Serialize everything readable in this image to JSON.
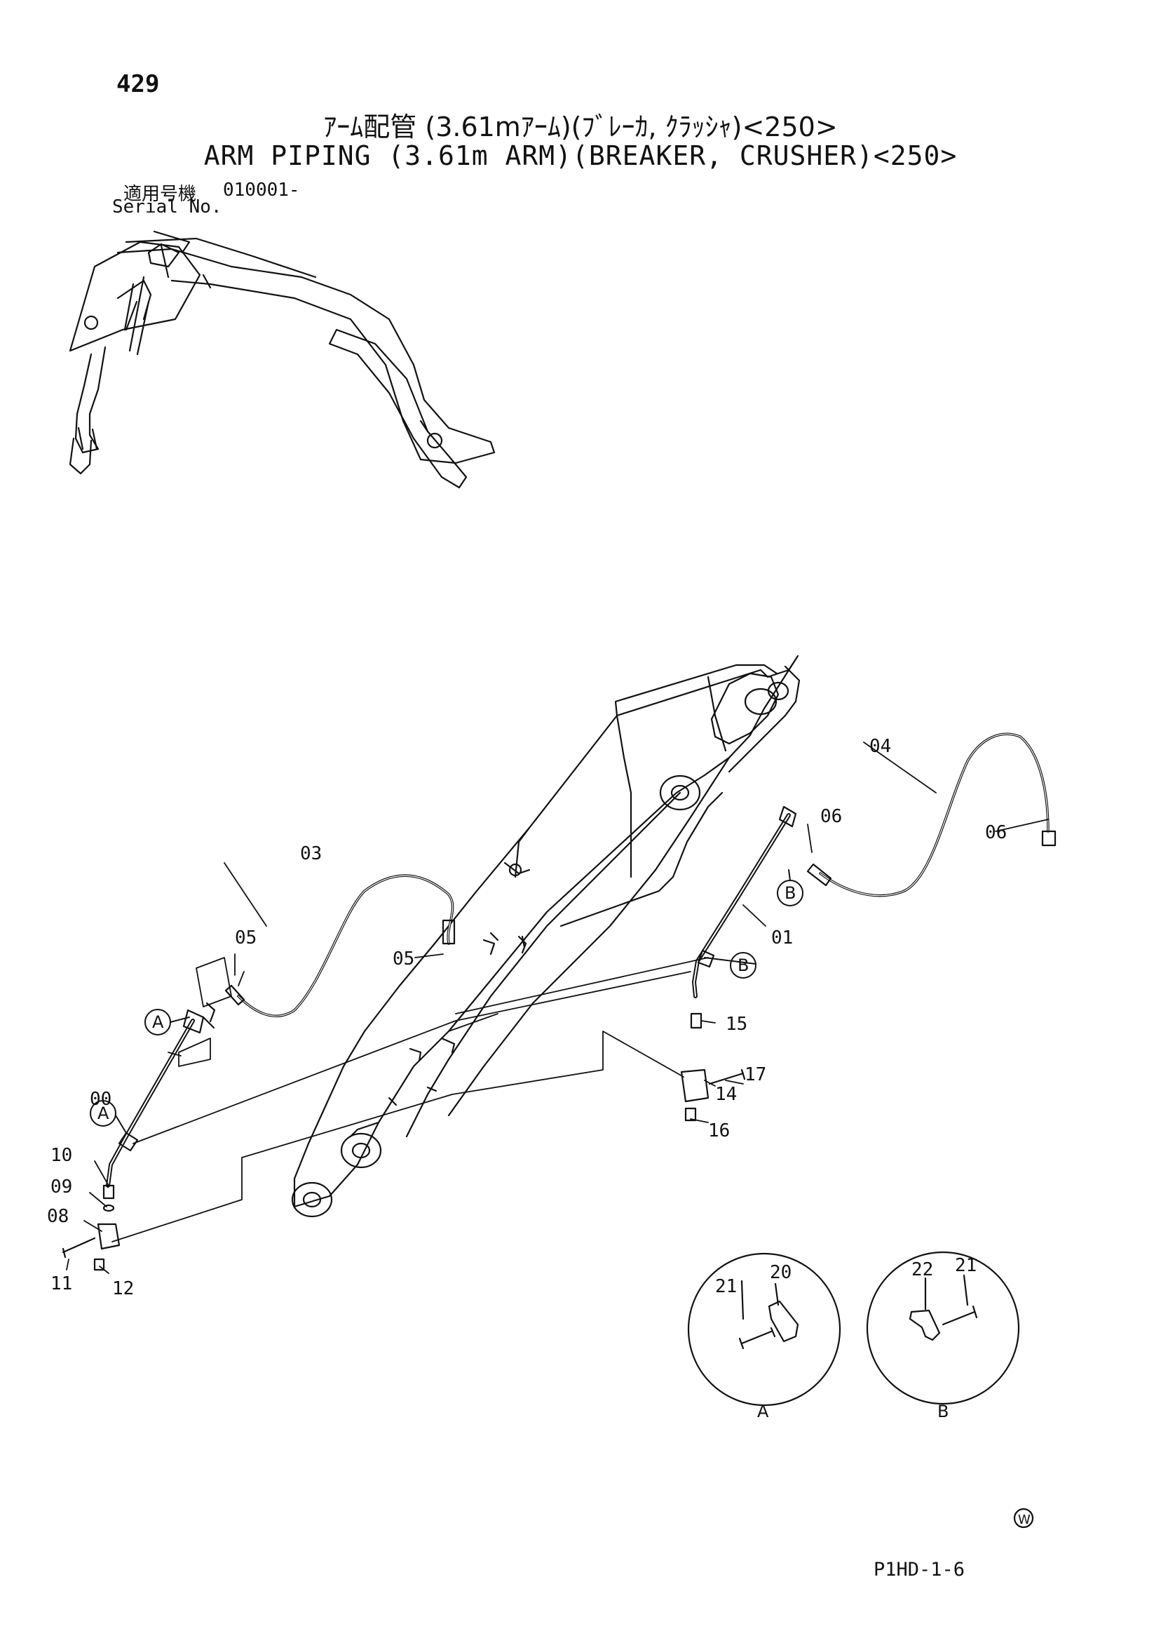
{
  "page_number": "429",
  "title_jp": "ｱｰﾑ配管 (3.61mｱｰﾑ)(ﾌﾞﾚｰｶ, ｸﾗｯｼｬ)<250>",
  "title_en": "ARM PIPING (3.61m ARM)(BREAKER, CRUSHER)<250>",
  "serial_jp": "適用号機",
  "serial_value": "010001-",
  "serial_en": "Serial No.",
  "footer_code": "P1HD-1-6",
  "callouts": {
    "A": "A",
    "B": "B"
  },
  "parts": {
    "p00": "00",
    "p01": "01",
    "p03": "03",
    "p04": "04",
    "p05a": "05",
    "p05b": "05",
    "p06a": "06",
    "p06b": "06",
    "p08": "08",
    "p09": "09",
    "p10": "10",
    "p11": "11",
    "p12": "12",
    "p14": "14",
    "p15": "15",
    "p16": "16",
    "p17": "17",
    "p20": "20",
    "p21a": "21",
    "p21b": "21",
    "p22": "22"
  },
  "detail_labels": {
    "A": "A",
    "B": "B"
  },
  "mark_letter": "W"
}
